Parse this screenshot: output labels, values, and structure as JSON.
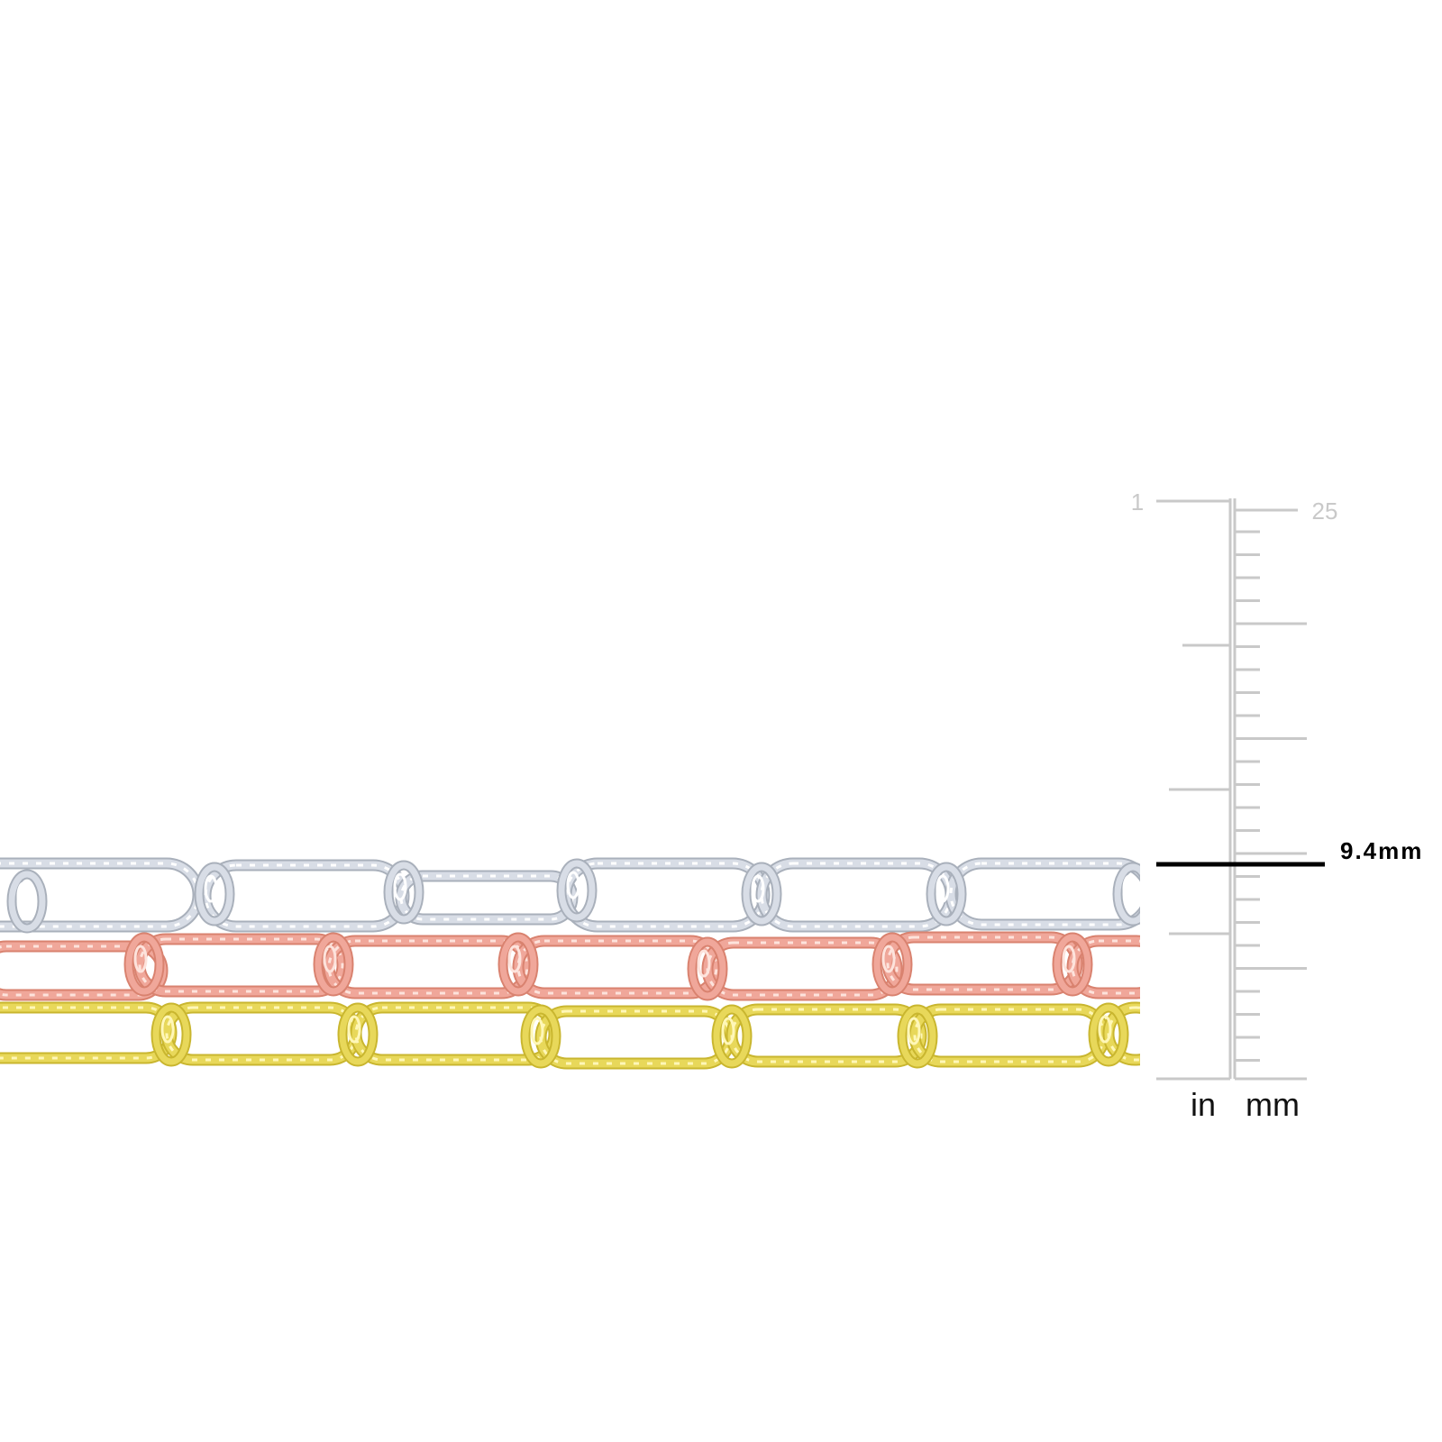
{
  "product": {
    "chains": [
      {
        "name": "white",
        "color": "#d8dde6",
        "shine": "#ffffff",
        "edge": "#a9b0bb"
      },
      {
        "name": "rose",
        "color": "#f0a79a",
        "shine": "#fde3dc",
        "edge": "#d9826f"
      },
      {
        "name": "yellow",
        "color": "#e8d85a",
        "shine": "#fff7b8",
        "edge": "#c9b62f"
      }
    ]
  },
  "ruler": {
    "top_inch_label": "1",
    "top_mm_label": "25",
    "inch_unit": "in",
    "mm_unit": "mm",
    "tick_color": "#c9c9c9"
  },
  "measurement": {
    "label": "9.4mm",
    "color": "#000000"
  }
}
